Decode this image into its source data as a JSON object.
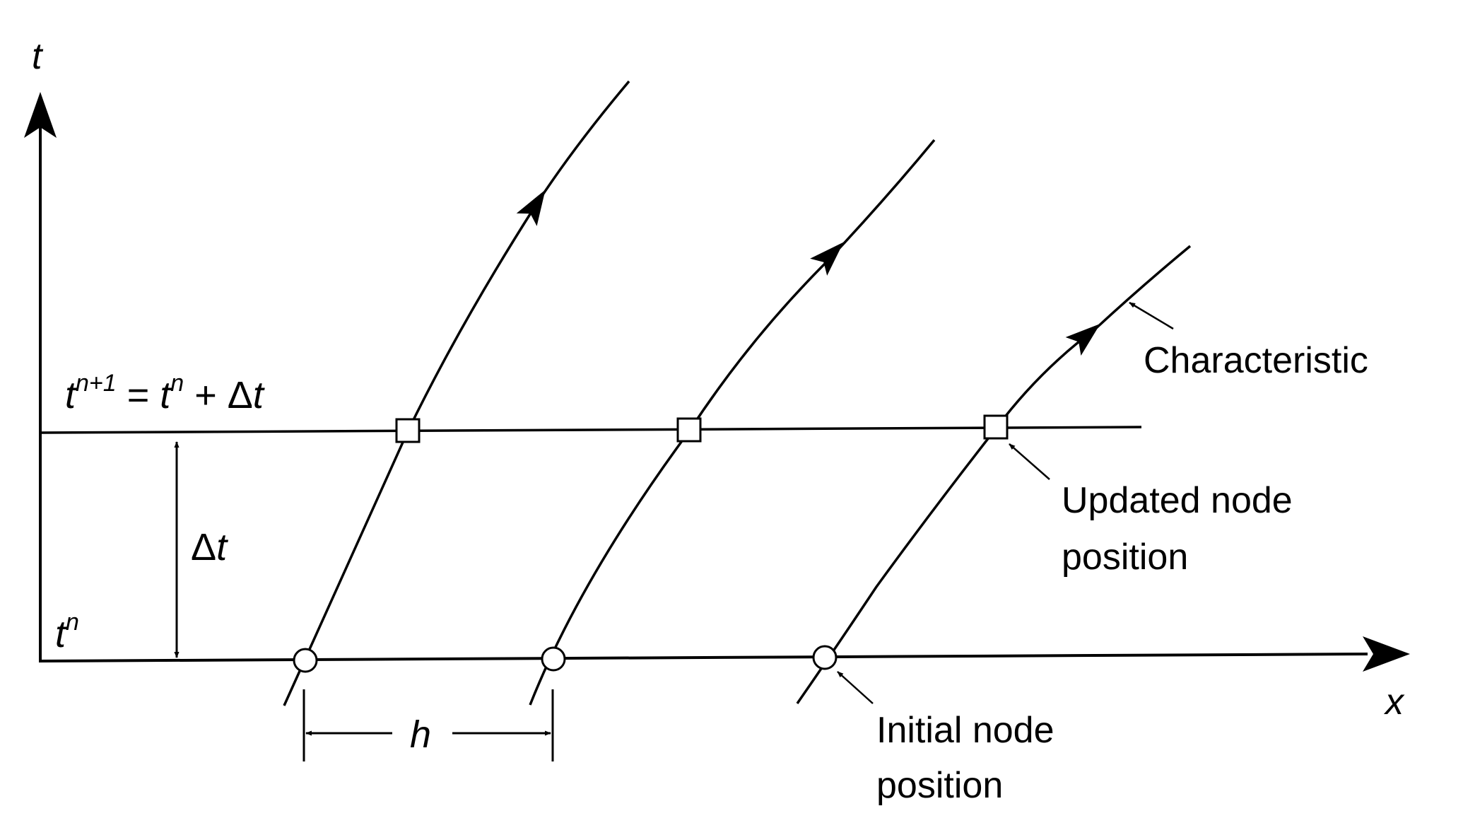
{
  "axes": {
    "t_label": "t",
    "x_label": "x"
  },
  "labels": {
    "tn1_t": "t",
    "tn1_sup": "n+1",
    "tn1_eq": " = ",
    "tn1_t2": "t",
    "tn1_sup2": "n",
    "tn1_plus": " + ",
    "tn1_delta": "Δ",
    "tn1_t3": "t",
    "tn_t": "t",
    "tn_sup": "n",
    "dt_delta": "Δ",
    "dt_t": "t",
    "h": "h",
    "characteristic": "Characteristic",
    "updated_line1": "Updated node",
    "updated_line2": "position",
    "initial_line1": "Initial node",
    "initial_line2": "position"
  },
  "colors": {
    "ink": "#000000",
    "paper": "#ffffff"
  }
}
